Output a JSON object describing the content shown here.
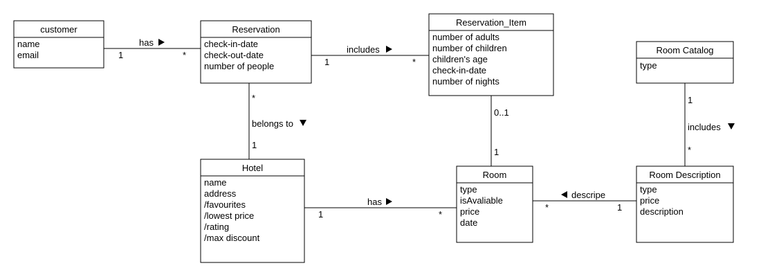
{
  "classes": [
    {
      "id": "customer",
      "name": "customer",
      "attributes": [
        "name",
        "email"
      ]
    },
    {
      "id": "reservation",
      "name": "Reservation",
      "attributes": [
        "check-in-date",
        "check-out-date",
        "number of people"
      ]
    },
    {
      "id": "reservation_item",
      "name": "Reservation_Item",
      "attributes": [
        "number of adults",
        "number of children",
        "children's age",
        "check-in-date",
        "number of nights"
      ]
    },
    {
      "id": "room_catalog",
      "name": "Room Catalog",
      "attributes": [
        "type"
      ]
    },
    {
      "id": "hotel",
      "name": "Hotel",
      "attributes": [
        "name",
        "address",
        "/favourites",
        "/lowest price",
        "/rating",
        "/max discount"
      ]
    },
    {
      "id": "room",
      "name": "Room",
      "attributes": [
        "type",
        "isAvaliable",
        "price",
        "date"
      ]
    },
    {
      "id": "room_description",
      "name": "Room Description",
      "attributes": [
        "type",
        "price",
        "description"
      ]
    }
  ],
  "associations": [
    {
      "id": "customer-has-reservation",
      "from": "customer",
      "to": "reservation",
      "label": "has",
      "arrow": "right",
      "from_mult": "1",
      "to_mult": "*"
    },
    {
      "id": "reservation-includes-item",
      "from": "reservation",
      "to": "reservation_item",
      "label": "includes",
      "arrow": "right",
      "from_mult": "1",
      "to_mult": "*"
    },
    {
      "id": "reservation-belongs-to-hotel",
      "from": "reservation",
      "to": "hotel",
      "label": "belongs to",
      "arrow": "down",
      "from_mult": "*",
      "to_mult": "1"
    },
    {
      "id": "item-room",
      "from": "reservation_item",
      "to": "room",
      "label": "",
      "arrow": "none",
      "from_mult": "0..1",
      "to_mult": "1"
    },
    {
      "id": "catalog-includes-description",
      "from": "room_catalog",
      "to": "room_description",
      "label": "includes",
      "arrow": "down",
      "from_mult": "1",
      "to_mult": "*"
    },
    {
      "id": "hotel-has-room",
      "from": "hotel",
      "to": "room",
      "label": "has",
      "arrow": "right",
      "from_mult": "1",
      "to_mult": "*"
    },
    {
      "id": "description-descripe-room",
      "from": "room_description",
      "to": "room",
      "label": "descripe",
      "arrow": "left",
      "from_mult": "1",
      "to_mult": "*"
    }
  ]
}
